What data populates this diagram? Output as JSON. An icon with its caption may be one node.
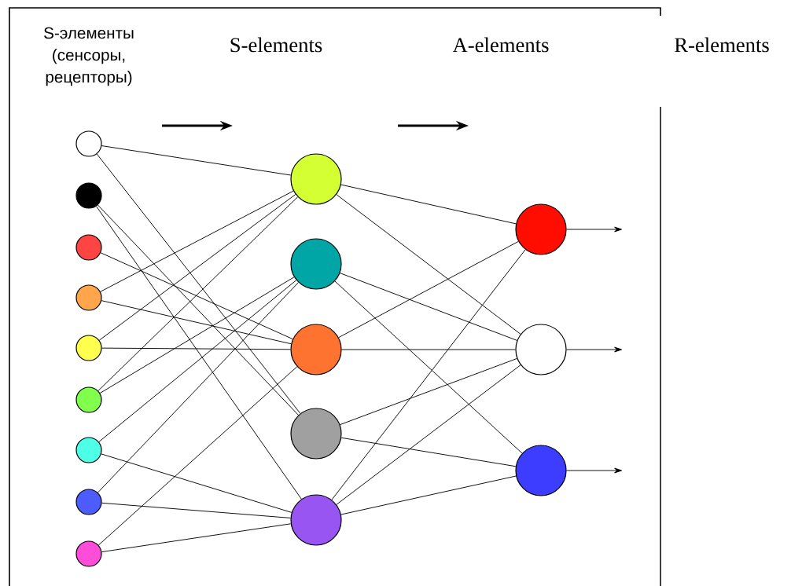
{
  "diagram": {
    "nodes": [
      {
        "text": [],
        "shape": "circle"
      },
      {
        "text": [],
        "shape": "circle"
      },
      {
        "text": [],
        "shape": "circle"
      },
      {
        "text": [],
        "shape": "circle"
      },
      {
        "text": [],
        "shape": "circle"
      },
      {
        "text": [],
        "shape": "circle"
      },
      {
        "text": [],
        "shape": "circle"
      },
      {
        "text": [],
        "shape": "circle"
      },
      {
        "text": [],
        "shape": "circle"
      },
      {
        "text": [],
        "shape": "circle"
      },
      {
        "text": [],
        "shape": "circle"
      },
      {
        "text": [],
        "shape": "circle"
      },
      {
        "text": [],
        "shape": "circle"
      },
      {
        "text": [],
        "shape": "circle"
      },
      {
        "text": [],
        "shape": "circle"
      },
      {
        "text": [],
        "shape": "circle"
      },
      {
        "text": [],
        "shape": "circle"
      }
    ],
    "edges": [
      {
        "from": 0,
        "to": 9,
        "arrow": "none"
      },
      {
        "from": 0,
        "to": 12,
        "arrow": "none"
      },
      {
        "from": 1,
        "to": 12,
        "arrow": "none"
      },
      {
        "from": 1,
        "to": 13,
        "arrow": "none"
      },
      {
        "from": 2,
        "to": 11,
        "arrow": "none"
      },
      {
        "from": 3,
        "to": 9,
        "arrow": "none"
      },
      {
        "from": 3,
        "to": 11,
        "arrow": "none"
      },
      {
        "from": 4,
        "to": 9,
        "arrow": "none"
      },
      {
        "from": 4,
        "to": 11,
        "arrow": "none"
      },
      {
        "from": 5,
        "to": 9,
        "arrow": "none"
      },
      {
        "from": 5,
        "to": 10,
        "arrow": "none"
      },
      {
        "from": 6,
        "to": 10,
        "arrow": "none"
      },
      {
        "from": 6,
        "to": 13,
        "arrow": "none"
      },
      {
        "from": 7,
        "to": 10,
        "arrow": "none"
      },
      {
        "from": 7,
        "to": 13,
        "arrow": "none"
      },
      {
        "from": 8,
        "to": 11,
        "arrow": "none"
      },
      {
        "from": 8,
        "to": 13,
        "arrow": "none"
      },
      {
        "from": 9,
        "to": 14,
        "arrow": "none"
      },
      {
        "from": 9,
        "to": 15,
        "arrow": "none"
      },
      {
        "from": 10,
        "to": 15,
        "arrow": "none"
      },
      {
        "from": 10,
        "to": 16,
        "arrow": "none"
      },
      {
        "from": 11,
        "to": 14,
        "arrow": "none"
      },
      {
        "from": 11,
        "to": 15,
        "arrow": "none"
      },
      {
        "from": 12,
        "to": 15,
        "arrow": "none"
      },
      {
        "from": 12,
        "to": 16,
        "arrow": "none"
      },
      {
        "from": 13,
        "to": 14,
        "arrow": "none"
      },
      {
        "from": 13,
        "to": 15,
        "arrow": "none"
      },
      {
        "from": 13,
        "to": 16,
        "arrow": "none"
      },
      {
        "from": 14,
        "to": null,
        "arrow": "to"
      },
      {
        "from": 15,
        "to": null,
        "arrow": "to"
      },
      {
        "from": 16,
        "to": null,
        "arrow": "to"
      }
    ],
    "labels": [
      "S-элементы (сенсоры, рецепторы)",
      "S-elements",
      "A-elements",
      "R-elements"
    ]
  }
}
